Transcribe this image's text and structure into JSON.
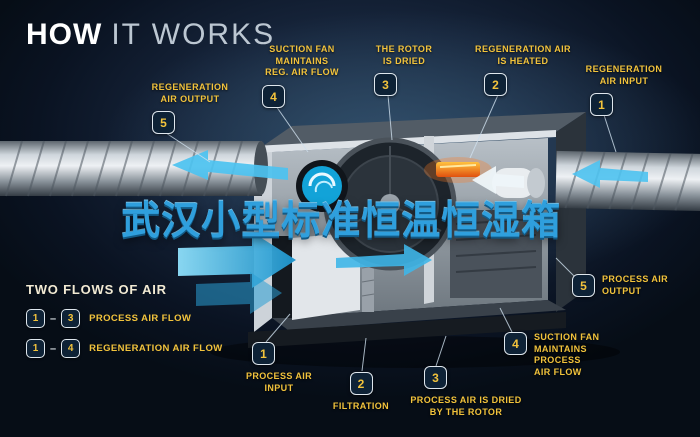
{
  "title": {
    "primary": "HOW",
    "secondary": "IT WORKS"
  },
  "watermark": "武汉小型标准恒温恒湿箱",
  "callouts": {
    "regen_output": {
      "num": "5",
      "label": "REGENERATION\nAIR OUTPUT"
    },
    "suction_regen": {
      "num": "4",
      "label": "SUCTION FAN\nMAINTAINS\nREG. AIR FLOW"
    },
    "rotor_dried": {
      "num": "3",
      "label": "THE ROTOR\nIS DRIED"
    },
    "regen_heated": {
      "num": "2",
      "label": "REGENERATION AIR\nIS HEATED"
    },
    "regen_input": {
      "num": "1",
      "label": "REGENERATION\nAIR INPUT"
    },
    "process_output": {
      "num": "5",
      "label": "PROCESS AIR\nOUTPUT"
    },
    "suction_process": {
      "num": "4",
      "label": "SUCTION FAN\nMAINTAINS PROCESS\nAIR FLOW"
    },
    "process_dried": {
      "num": "3",
      "label": "PROCESS AIR IS DRIED\nBY THE ROTOR"
    },
    "filtration": {
      "num": "2",
      "label": "FILTRATION"
    },
    "process_input": {
      "num": "1",
      "label": "PROCESS AIR\nINPUT"
    }
  },
  "legend": {
    "title": "TWO FLOWS OF AIR",
    "rows": [
      {
        "from": "1",
        "to": "3",
        "separator": "–",
        "label": "PROCESS AIR FLOW"
      },
      {
        "from": "1",
        "to": "4",
        "separator": "–",
        "label": "REGENERATION AIR FLOW"
      }
    ]
  },
  "colors": {
    "background": "#101C2B",
    "accent_yellow": "#F2C33C",
    "accent_cyan": "#3FB6E8",
    "watermark_blue": "#2F9FDD"
  }
}
